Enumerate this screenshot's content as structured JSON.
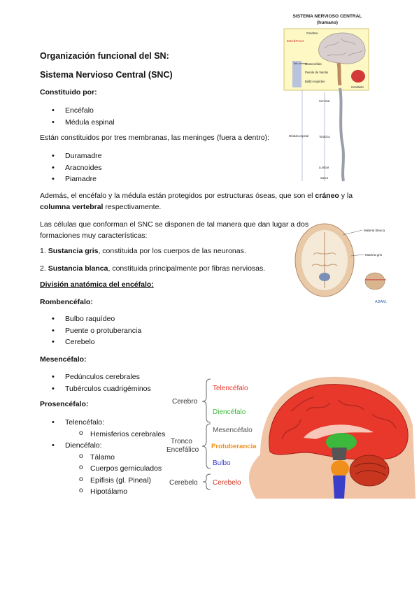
{
  "heading1": "Organización funcional del SN:",
  "heading2": "Sistema Nervioso Central (SNC)",
  "constituido_label": "Constituido por:",
  "constituido_items": [
    "Encéfalo",
    "Médula espinal"
  ],
  "membranas_intro": "Están constituidos por tres membranas, las meninges (fuera a dentro):",
  "membranas_items": [
    "Duramadre",
    "Aracnoides",
    "Piamadre"
  ],
  "proteccion": {
    "pre": "Además, el encéfalo y la médula están protegidos por estructuras óseas, que son el ",
    "craneo": "cráneo",
    "mid": " y la ",
    "columna": "columna vertebral",
    "post": " respectivamente."
  },
  "celulas_intro": "Las células que conforman el SNC se disponen de tal manera que dan lugar a dos formaciones muy características:",
  "formacion1": {
    "num": "1.",
    "term": "Sustancia gris",
    "text": ", constituida por los cuerpos de las neuronas."
  },
  "formacion2": {
    "num": "2.",
    "term": "Sustancia blanca",
    "text": ", constituida principalmente por fibras nerviosas."
  },
  "division_title": "División anatómica del encéfalo:",
  "rombencefalo": {
    "label": "Rombencéfalo:",
    "items": [
      "Bulbo raquídeo",
      "Puente o protuberancia",
      "Cerebelo"
    ]
  },
  "mesencefalo": {
    "label": "Mesencéfalo:",
    "items": [
      "Pedúnculos cerebrales",
      "Tubérculos cuadrigéminos"
    ]
  },
  "prosencefalo": {
    "label": "Prosencéfalo:",
    "telencefalo": "Telencéfalo:",
    "telencefalo_sub": [
      "Hemisferios cerebrales"
    ],
    "diencefalo": "Diencéfalo:",
    "diencefalo_sub": [
      "Tálamo",
      "Cuerpos gerniculados",
      "Epífisis (gl. Pineal)",
      "Hipotálamo"
    ]
  },
  "fig_snc": {
    "title_line1": "SISTEMA NERVIOSO CENTRAL",
    "title_line2": "(humano)",
    "labels": {
      "cerebro": "Cerebro",
      "encefalo": "ENCÉFALO",
      "tallo": "Tallo cerebral",
      "mesencefalo": "Mesencéfalo",
      "puente": "Puente de Varolio",
      "bulbo": "Bulbo raquídeo",
      "cerebelo": "Cerebelo",
      "cervical": "Cervical",
      "medula": "Médula espinal",
      "toracica": "Torácica",
      "lumbar": "Lumbar",
      "sacra": "Sacra"
    },
    "colors": {
      "panel": "#fdf8c4",
      "brain": "#d9cfcf",
      "cerebellum": "#d23a3a",
      "stem": "#b9c3dd",
      "encefalo_text": "#cc2b2b"
    }
  },
  "fig_axial": {
    "label_blanca": "Materia blanca",
    "label_gris": "Materia gris",
    "watermark": "ADAM."
  },
  "fig_sagittal": {
    "group_cerebro": "Cerebro",
    "group_tronco_1": "Tronco",
    "group_tronco_2": "Encefálico",
    "group_cerebelo": "Cerebelo",
    "telencefalo": "Telencéfalo",
    "diencefalo": "Diencéfalo",
    "mesencefalo": "Mesencéfalo",
    "protuberancia": "Protuberancia",
    "bulbo": "Bulbo",
    "cerebelo": "Cerebelo",
    "colors": {
      "telencefalo": "#e8372b",
      "diencefalo": "#3cb83c",
      "mesencefalo": "#555555",
      "protuberancia": "#f0901c",
      "bulbo": "#3b3ec9",
      "cerebelo": "#c9361f"
    }
  }
}
